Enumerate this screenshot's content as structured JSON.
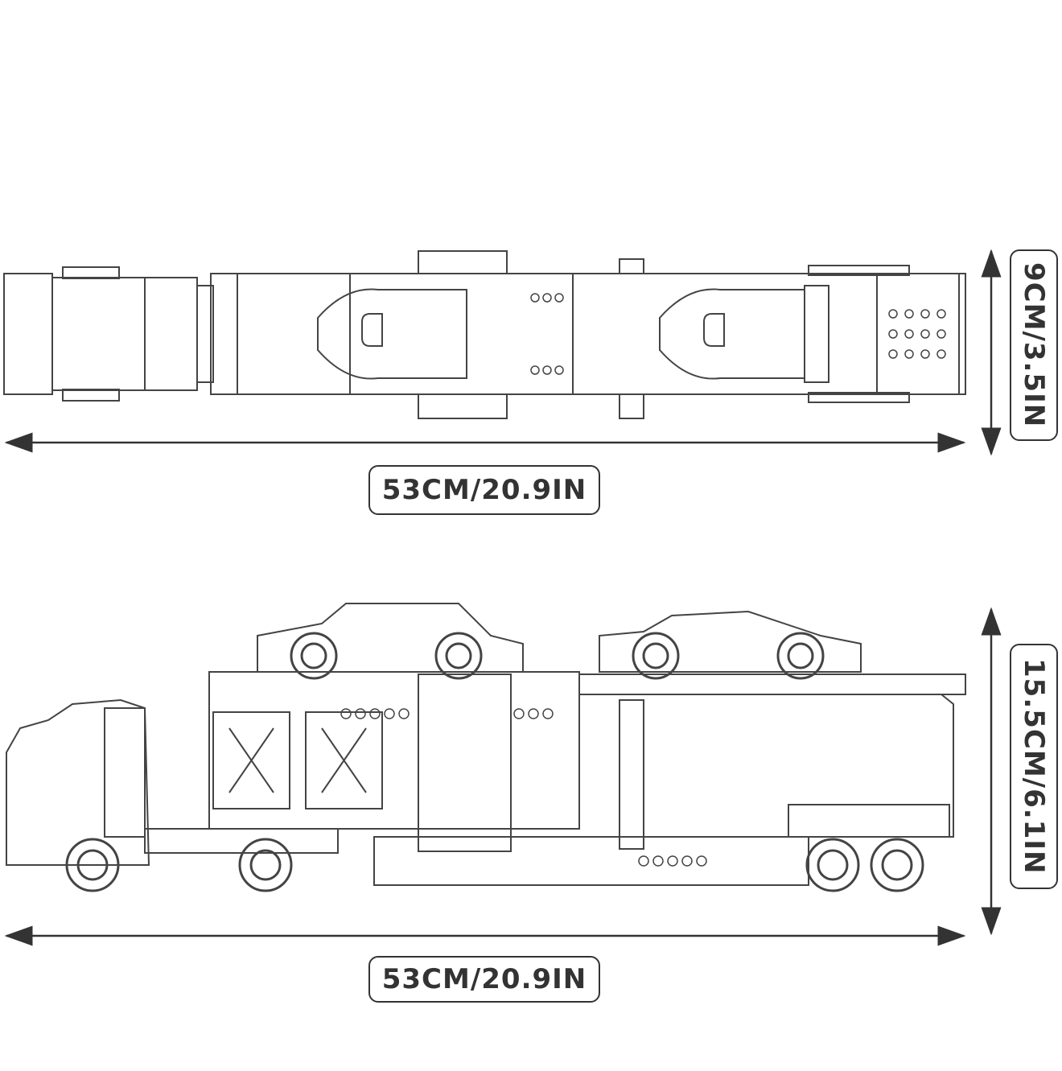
{
  "top_view": {
    "length_label": "53CM/20.9IN",
    "width_label": "9CM/3.5IN"
  },
  "side_view": {
    "length_label": "53CM/20.9IN",
    "height_label": "15.5CM/6.1IN"
  },
  "colors": {
    "line": "#333333",
    "background": "#ffffff"
  }
}
